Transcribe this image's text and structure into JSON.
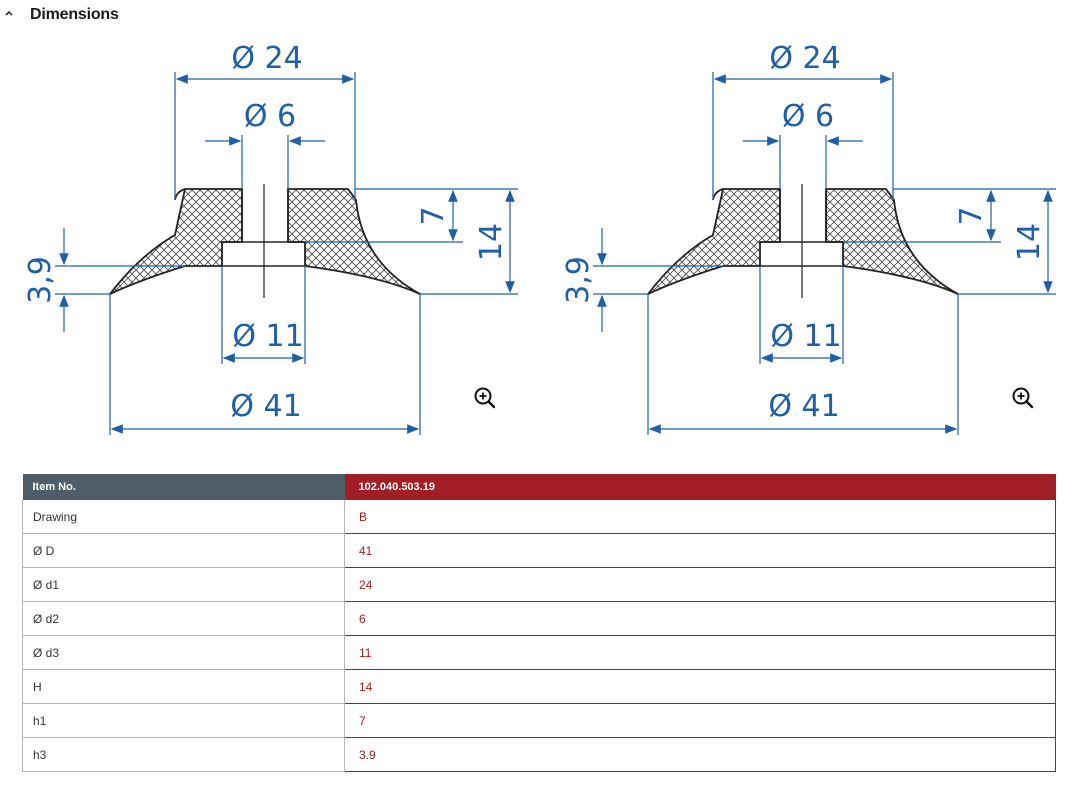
{
  "section": {
    "title": "Dimensions"
  },
  "drawings": [
    {
      "labels": {
        "d1": "Ø 24",
        "d2": "Ø 6",
        "d3": "Ø 11",
        "D": "Ø 41",
        "h1": "7",
        "H": "14",
        "h3": "3,9"
      }
    },
    {
      "labels": {
        "d1": "Ø 24",
        "d2": "Ø 6",
        "d3": "Ø 11",
        "D": "Ø 41",
        "h1": "7",
        "H": "14",
        "h3": "3,9"
      }
    }
  ],
  "table": {
    "header": {
      "key": "Item No.",
      "value": "102.040.503.19"
    },
    "rows": [
      {
        "key": "Drawing",
        "value": "B"
      },
      {
        "key": "Ø D",
        "value": "41"
      },
      {
        "key": "Ø d1",
        "value": "24"
      },
      {
        "key": "Ø d2",
        "value": "6"
      },
      {
        "key": "Ø d3",
        "value": "11"
      },
      {
        "key": "H",
        "value": "14"
      },
      {
        "key": "h1",
        "value": "7"
      },
      {
        "key": "h3",
        "value": "3.9"
      }
    ]
  },
  "colors": {
    "dimension": "#1f5fa8",
    "accent": "#a01e24",
    "header_dark": "#4e5d68"
  },
  "icons": {
    "collapse": "chevron-up-icon",
    "zoom": "zoom-in-icon"
  }
}
